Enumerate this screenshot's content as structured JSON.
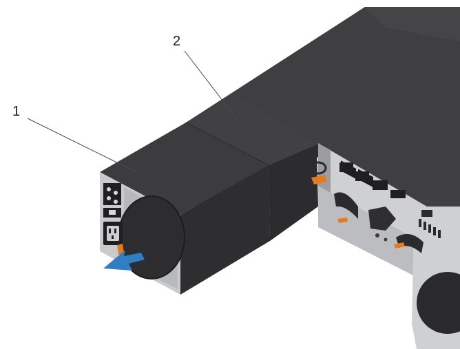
{
  "callouts": [
    {
      "label": "1",
      "target": "power-supply-module"
    },
    {
      "label": "2",
      "target": "psu-blank-cover"
    }
  ],
  "colors": {
    "chassis_top": "#3f3f41",
    "chassis_side": "#2c2c2e",
    "psu_front": "#2d2d2f",
    "psu_side": "#3b3b3d",
    "arrow": "#2f7fc4",
    "latch": "#e87a1e",
    "background": "#ffffff"
  },
  "icons": {
    "removal_arrow": "arrow-left-icon",
    "fan": "fan-grille-icon",
    "latch": "orange-release-latch-icon"
  }
}
